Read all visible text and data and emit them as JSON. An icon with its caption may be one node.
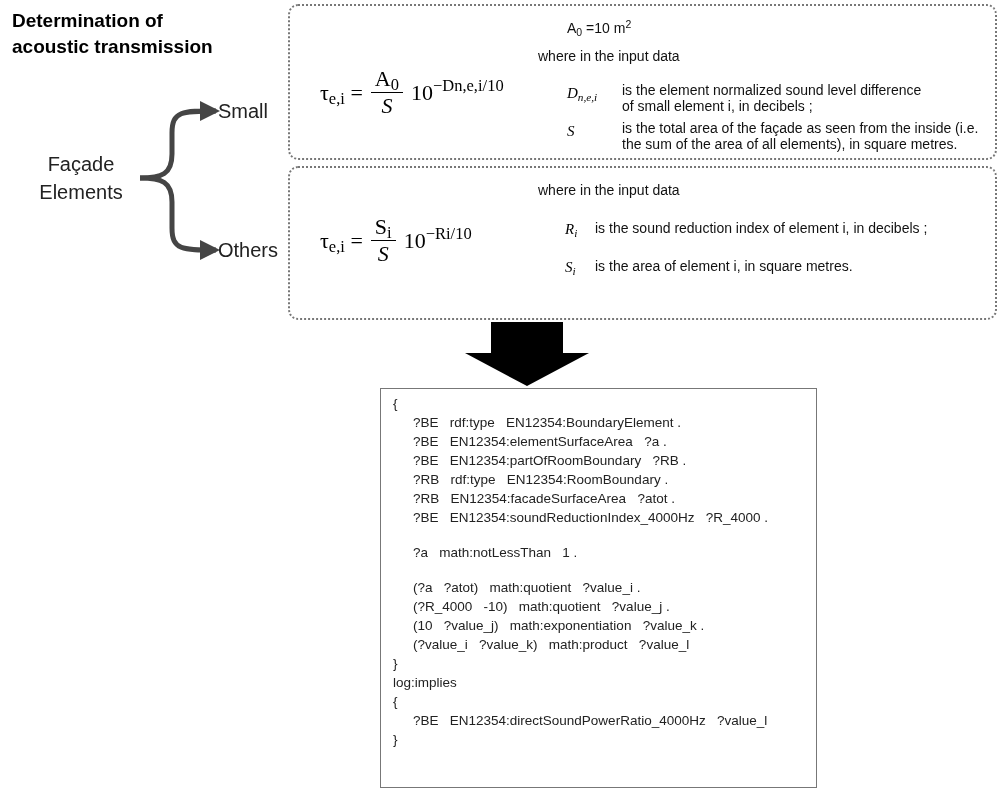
{
  "diagram": {
    "title": "Determination of acoustic transmission",
    "nodes": [
      {
        "text": [
          "Façade Elements"
        ]
      },
      {
        "text": [
          "Small"
        ]
      },
      {
        "text": [
          "Others"
        ]
      },
      {
        "text": [
          "τ$_{e,i}$ =",
          "A$_{0}$",
          "S",
          "10$^{−Dn,e,i/10}$",
          "A$_{0}$ =10 m$^{2}$",
          "where in the input data",
          "D$_{n,e,i}$",
          "is the element normalized sound level difference of small element i, in decibels ;",
          "S",
          "is the total area of the façade as seen from the inside (i.e. the sum of the area of all elements), in square metres."
        ]
      },
      {
        "text": [
          "τ$_{e,i}$ =",
          "S$_{i}$",
          "S",
          "10$^{−Ri/10}$",
          "where in the input data",
          "R$_{i}$",
          "is the sound reduction index of element i, in decibels ;",
          "S$_{i}$",
          "is the area of element i, in square metres."
        ]
      },
      {
        "text": [
          "{",
          "?BE   rdf:type   EN12354:BoundaryElement .",
          "?BE   EN12354:elementSurfaceArea   ?a .",
          "?BE   EN12354:partOfRoomBoundary   ?RB .",
          "?RB   rdf:type   EN12354:RoomBoundary .",
          "?RB   EN12354:facadeSurfaceArea   ?atot .",
          "?BE   EN12354:soundReductionIndex_4000Hz   ?R_4000 .",
          "?a   math:notLessThan   1 .",
          "(?a   ?atot)   math:quotient   ?value_i .",
          "(?R_4000   -10)   math:quotient   ?value_j .",
          "(10   ?value_j)   math:exponentiation   ?value_k .",
          "(?value_i   ?value_k)   math:product   ?value_l",
          "}",
          "log:implies",
          "{",
          "?BE   EN12354:directSoundPowerRatio_4000Hz   ?value_l",
          "}"
        ]
      }
    ],
    "edges": [
      {
        "from": 0,
        "to": 1,
        "arrow": "to"
      },
      {
        "from": 0,
        "to": 2,
        "arrow": "to"
      },
      {
        "from": 4,
        "to": 5,
        "arrow": "to",
        "style": "thick",
        "color": "#000000"
      }
    ]
  }
}
